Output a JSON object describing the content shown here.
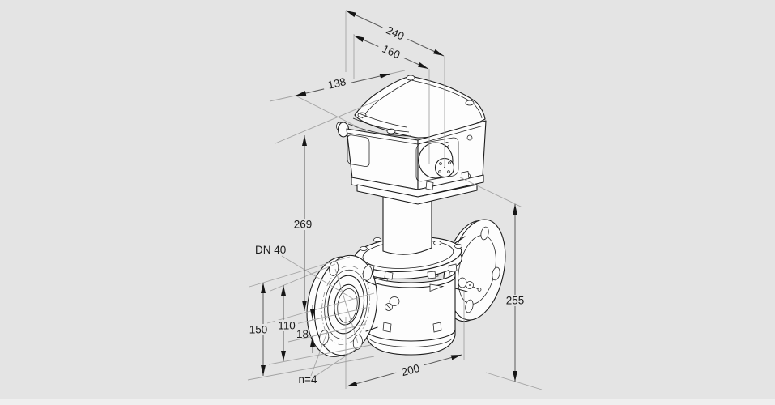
{
  "page": {
    "background": "#e4e4e4",
    "footer_strip": "#efefef"
  },
  "drawing": {
    "description": "Isometric dimensional line drawing of a flanged gas control valve with top-mounted actuator",
    "dimensions": {
      "overall_width": "240",
      "width_to_shaft": "160",
      "depth": "138",
      "height_axis_to_top": "269",
      "nominal_size": "DN 40",
      "flange_diameter": "150",
      "bolt_circle": "110",
      "bolt_hole": "18",
      "bolt_count": "n=4",
      "face_to_face_length": "200",
      "height_overall": "255"
    },
    "colors": {
      "outline": "#1c1c1c",
      "dimension_line": "#5a5a5a",
      "extension_line": "#a3a3a3",
      "label_text": "#1b1b1b",
      "surface_fill": "#fdfdfd"
    }
  }
}
